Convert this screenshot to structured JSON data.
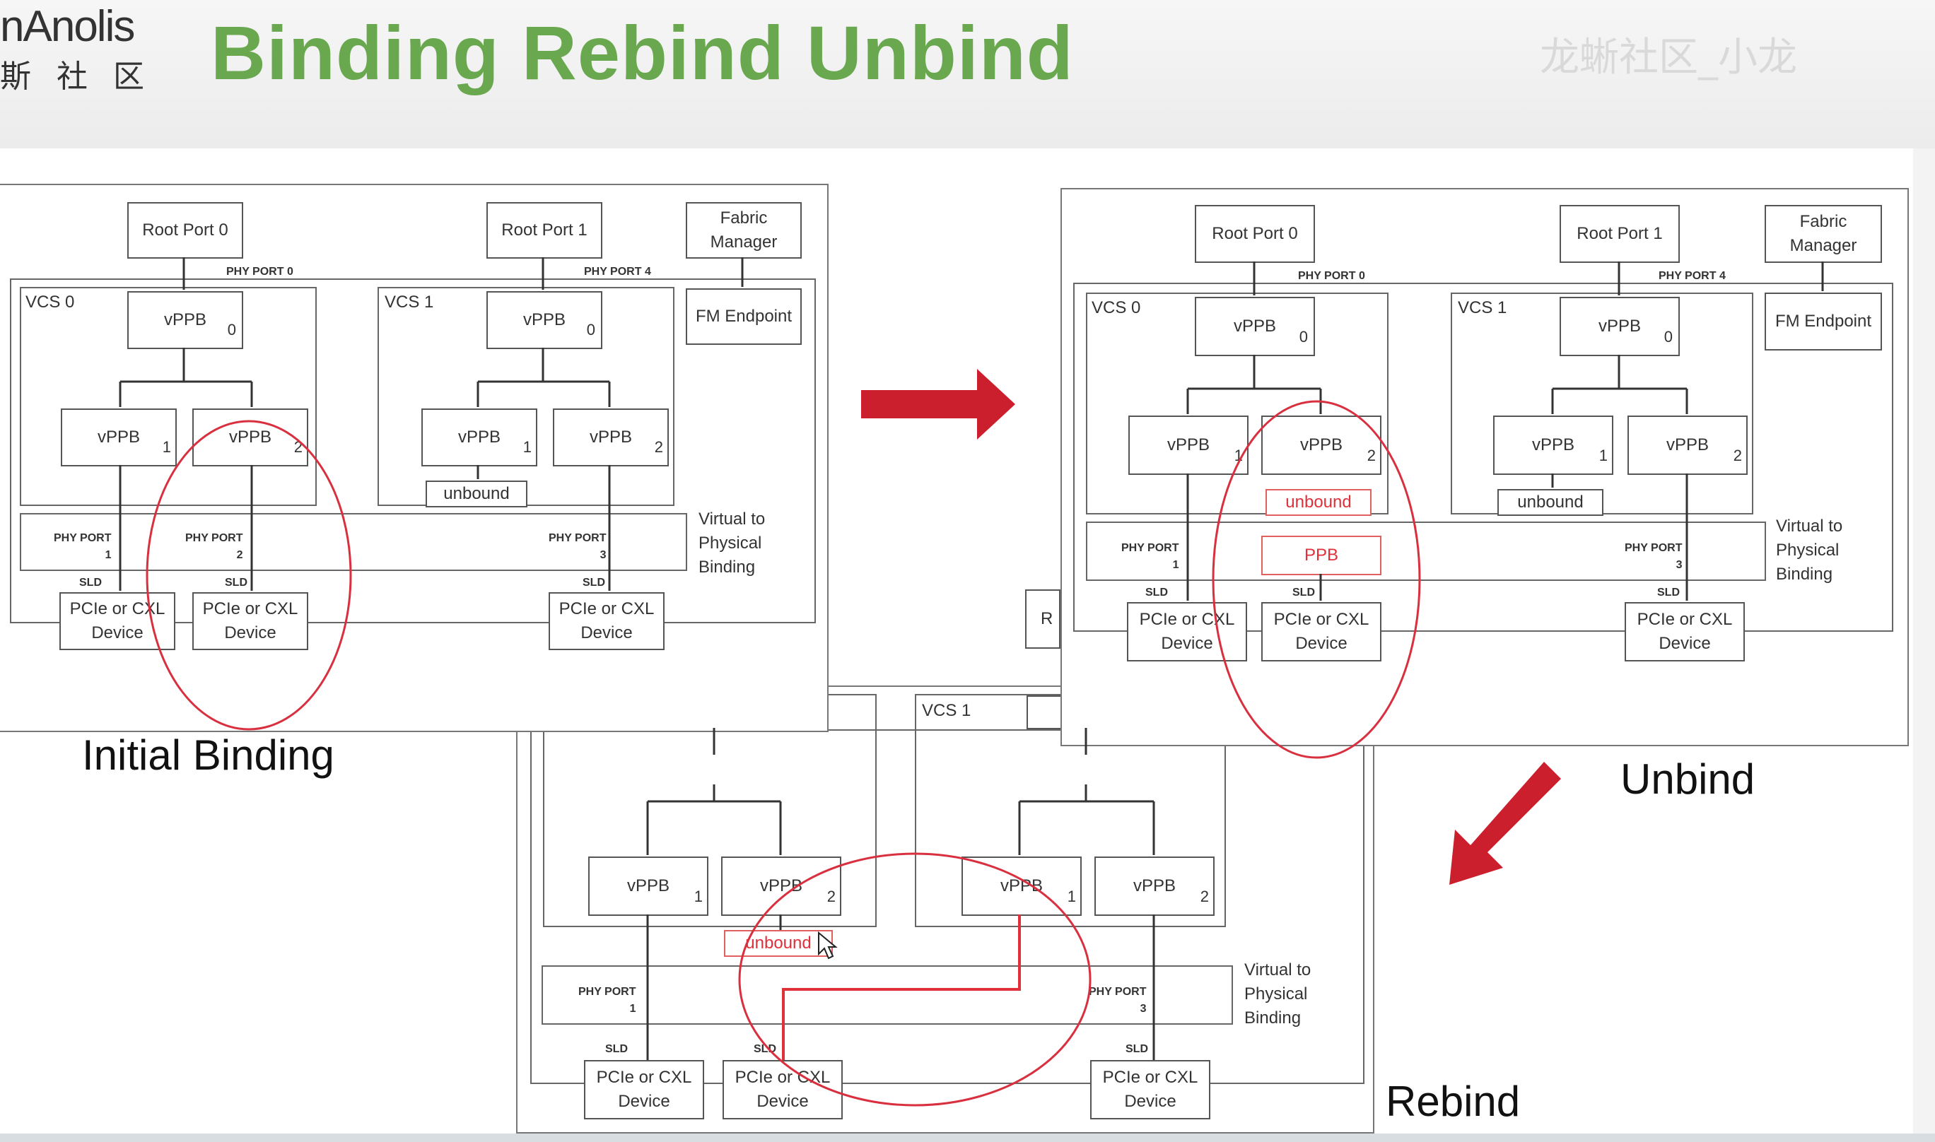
{
  "header": {
    "logo_en": "nAnolis",
    "logo_cn": "斯社区",
    "title": "Binding Rebind Unbind",
    "watermark": "龙蜥社区_小龙"
  },
  "labels": {
    "initial_binding": "Initial Binding",
    "unbind": "Unbind",
    "rebind": "Rebind"
  },
  "diagram": {
    "root_port_0": "Root Port 0",
    "root_port_1": "Root Port 1",
    "fabric_manager": "Fabric\nManager",
    "fm_endpoint": "FM Endpoint",
    "phy_port_0": "PHY PORT 0",
    "phy_port_4": "PHY PORT 4",
    "vcs0": "VCS 0",
    "vcs1": "VCS 1",
    "vppb": "vPPB",
    "unbound": "unbound",
    "ppb": "PPB",
    "phy_port": "PHY PORT",
    "sld": "SLD",
    "device": "PCIe or CXL\nDevice",
    "v2p": "Virtual to\nPhysical\nBinding",
    "n0": "0",
    "n1": "1",
    "n2": "2",
    "n3": "3",
    "r_partial": "R"
  },
  "colors": {
    "title": "#6aa84f",
    "accent_red": "#cc1f2d",
    "annotation": "#e0303a"
  }
}
